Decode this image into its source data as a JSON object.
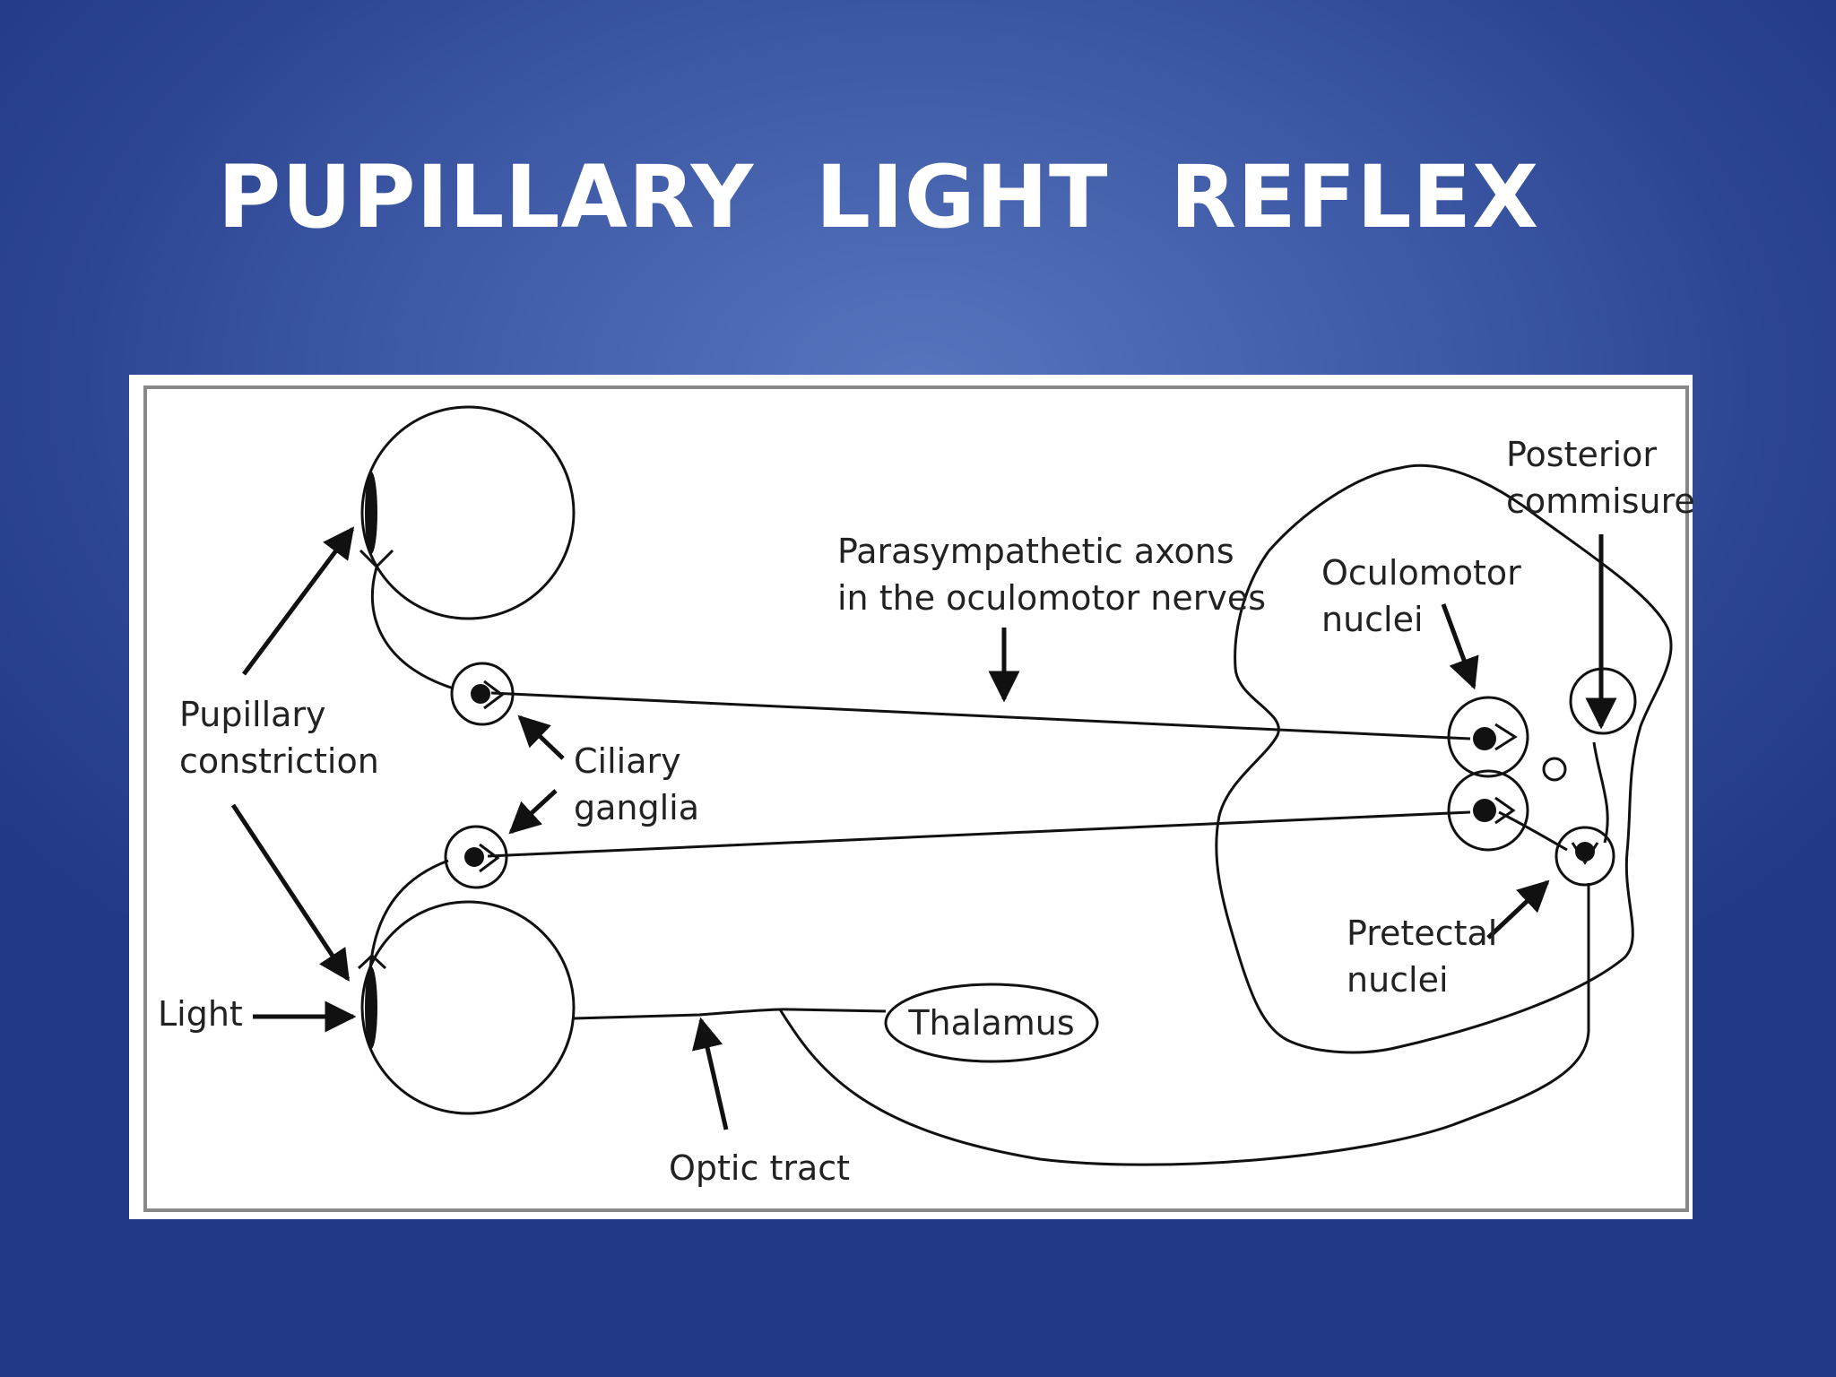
{
  "slide": {
    "title": "PUPILLARY  LIGHT  REFLEX"
  },
  "diagram": {
    "labels": {
      "posterior_commisure": [
        "Posterior",
        "commisure"
      ],
      "parasympathetic_axons": [
        "Parasympathetic axons",
        "in the oculomotor nerves"
      ],
      "oculomotor_nuclei": [
        "Oculomotor",
        "nuclei"
      ],
      "pupillary_constriction": [
        "Pupillary",
        "constriction"
      ],
      "ciliary_ganglia": [
        "Ciliary",
        "ganglia"
      ],
      "light": "Light",
      "thalamus": "Thalamus",
      "pretectal_nuclei": [
        "Pretectal",
        "nuclei"
      ],
      "optic_tract": "Optic tract"
    }
  }
}
